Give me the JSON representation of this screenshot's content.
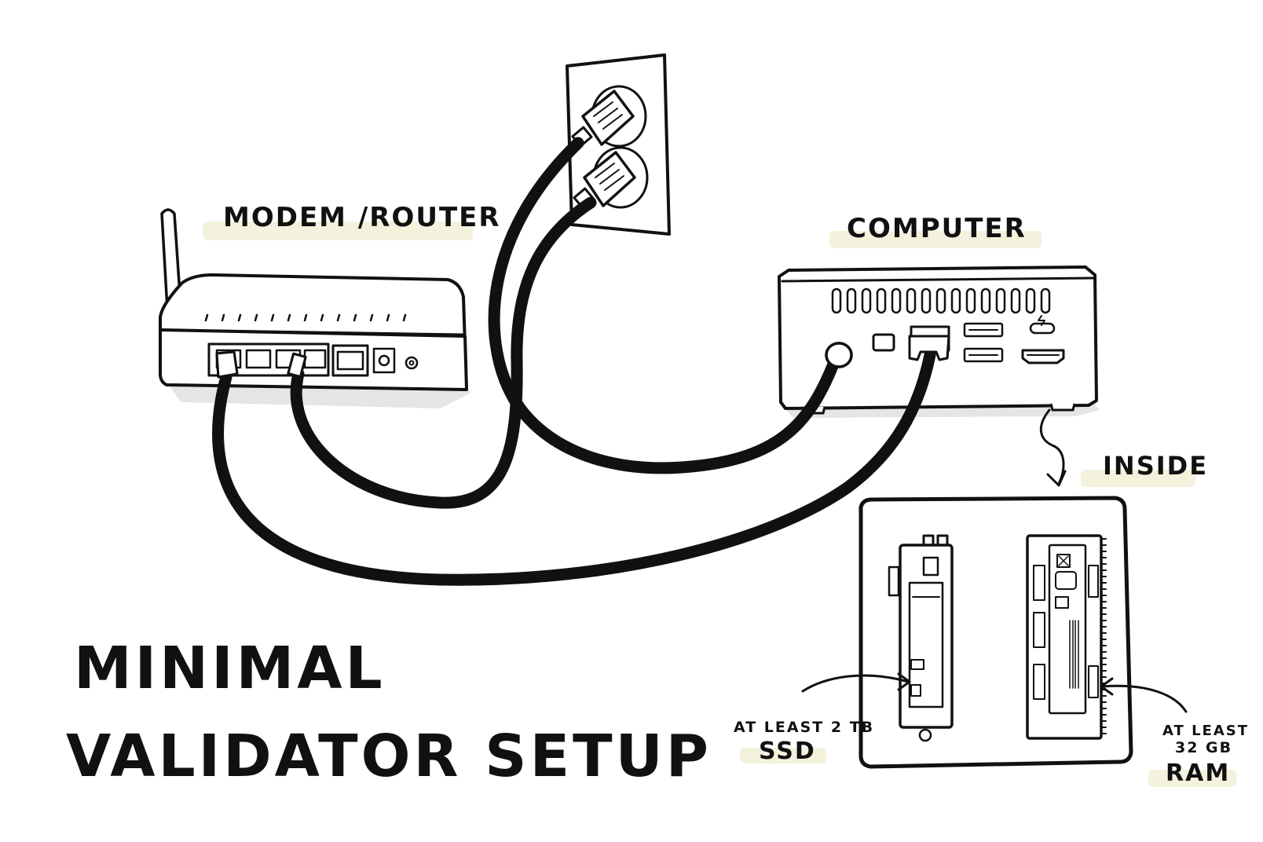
{
  "labels": {
    "modem": "MODEM /ROUTER",
    "computer": "COMPUTER",
    "inside": "INSIDE",
    "title_line1": "MINIMAL",
    "title_line2": "VALIDATOR SETUP",
    "ssd_line1": "AT LEAST 2 TB",
    "ssd_line2": "SSD",
    "ram_line1": "AT LEAST",
    "ram_line2": "32 GB",
    "ram_line3": "RAM"
  },
  "colors": {
    "ink": "#111111",
    "highlight": "#f4f1dc",
    "shadow": "#cfcfcf",
    "background": "#ffffff"
  }
}
